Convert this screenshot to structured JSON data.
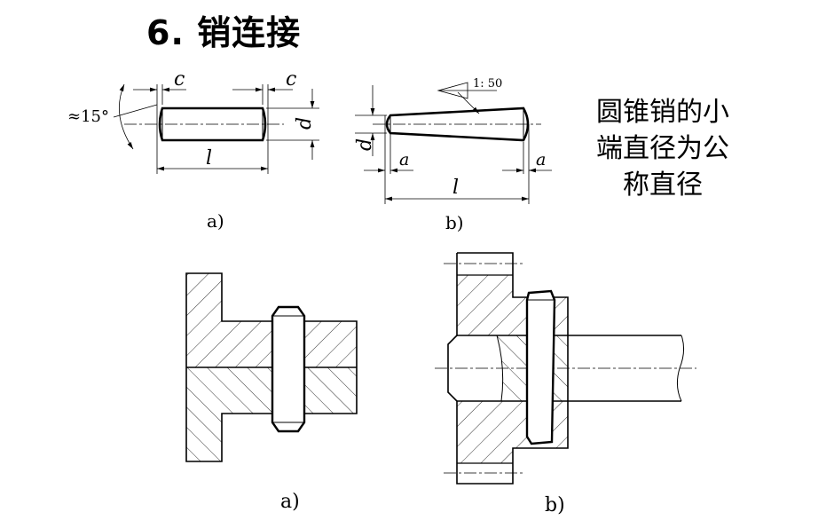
{
  "page": {
    "title": "6.  销连接",
    "note_lines": [
      "圆锥销的小",
      "端直径为公",
      "称直径"
    ]
  },
  "pin_dims": {
    "chamfer": "c",
    "angle": "≈15°",
    "length": "l",
    "diameter": "d",
    "taper_ratio": "1: 50",
    "taper_offset": "a"
  },
  "captions": {
    "top_a": "a)",
    "top_b": "b)",
    "bottom_a": "a)",
    "bottom_b": "b)"
  }
}
